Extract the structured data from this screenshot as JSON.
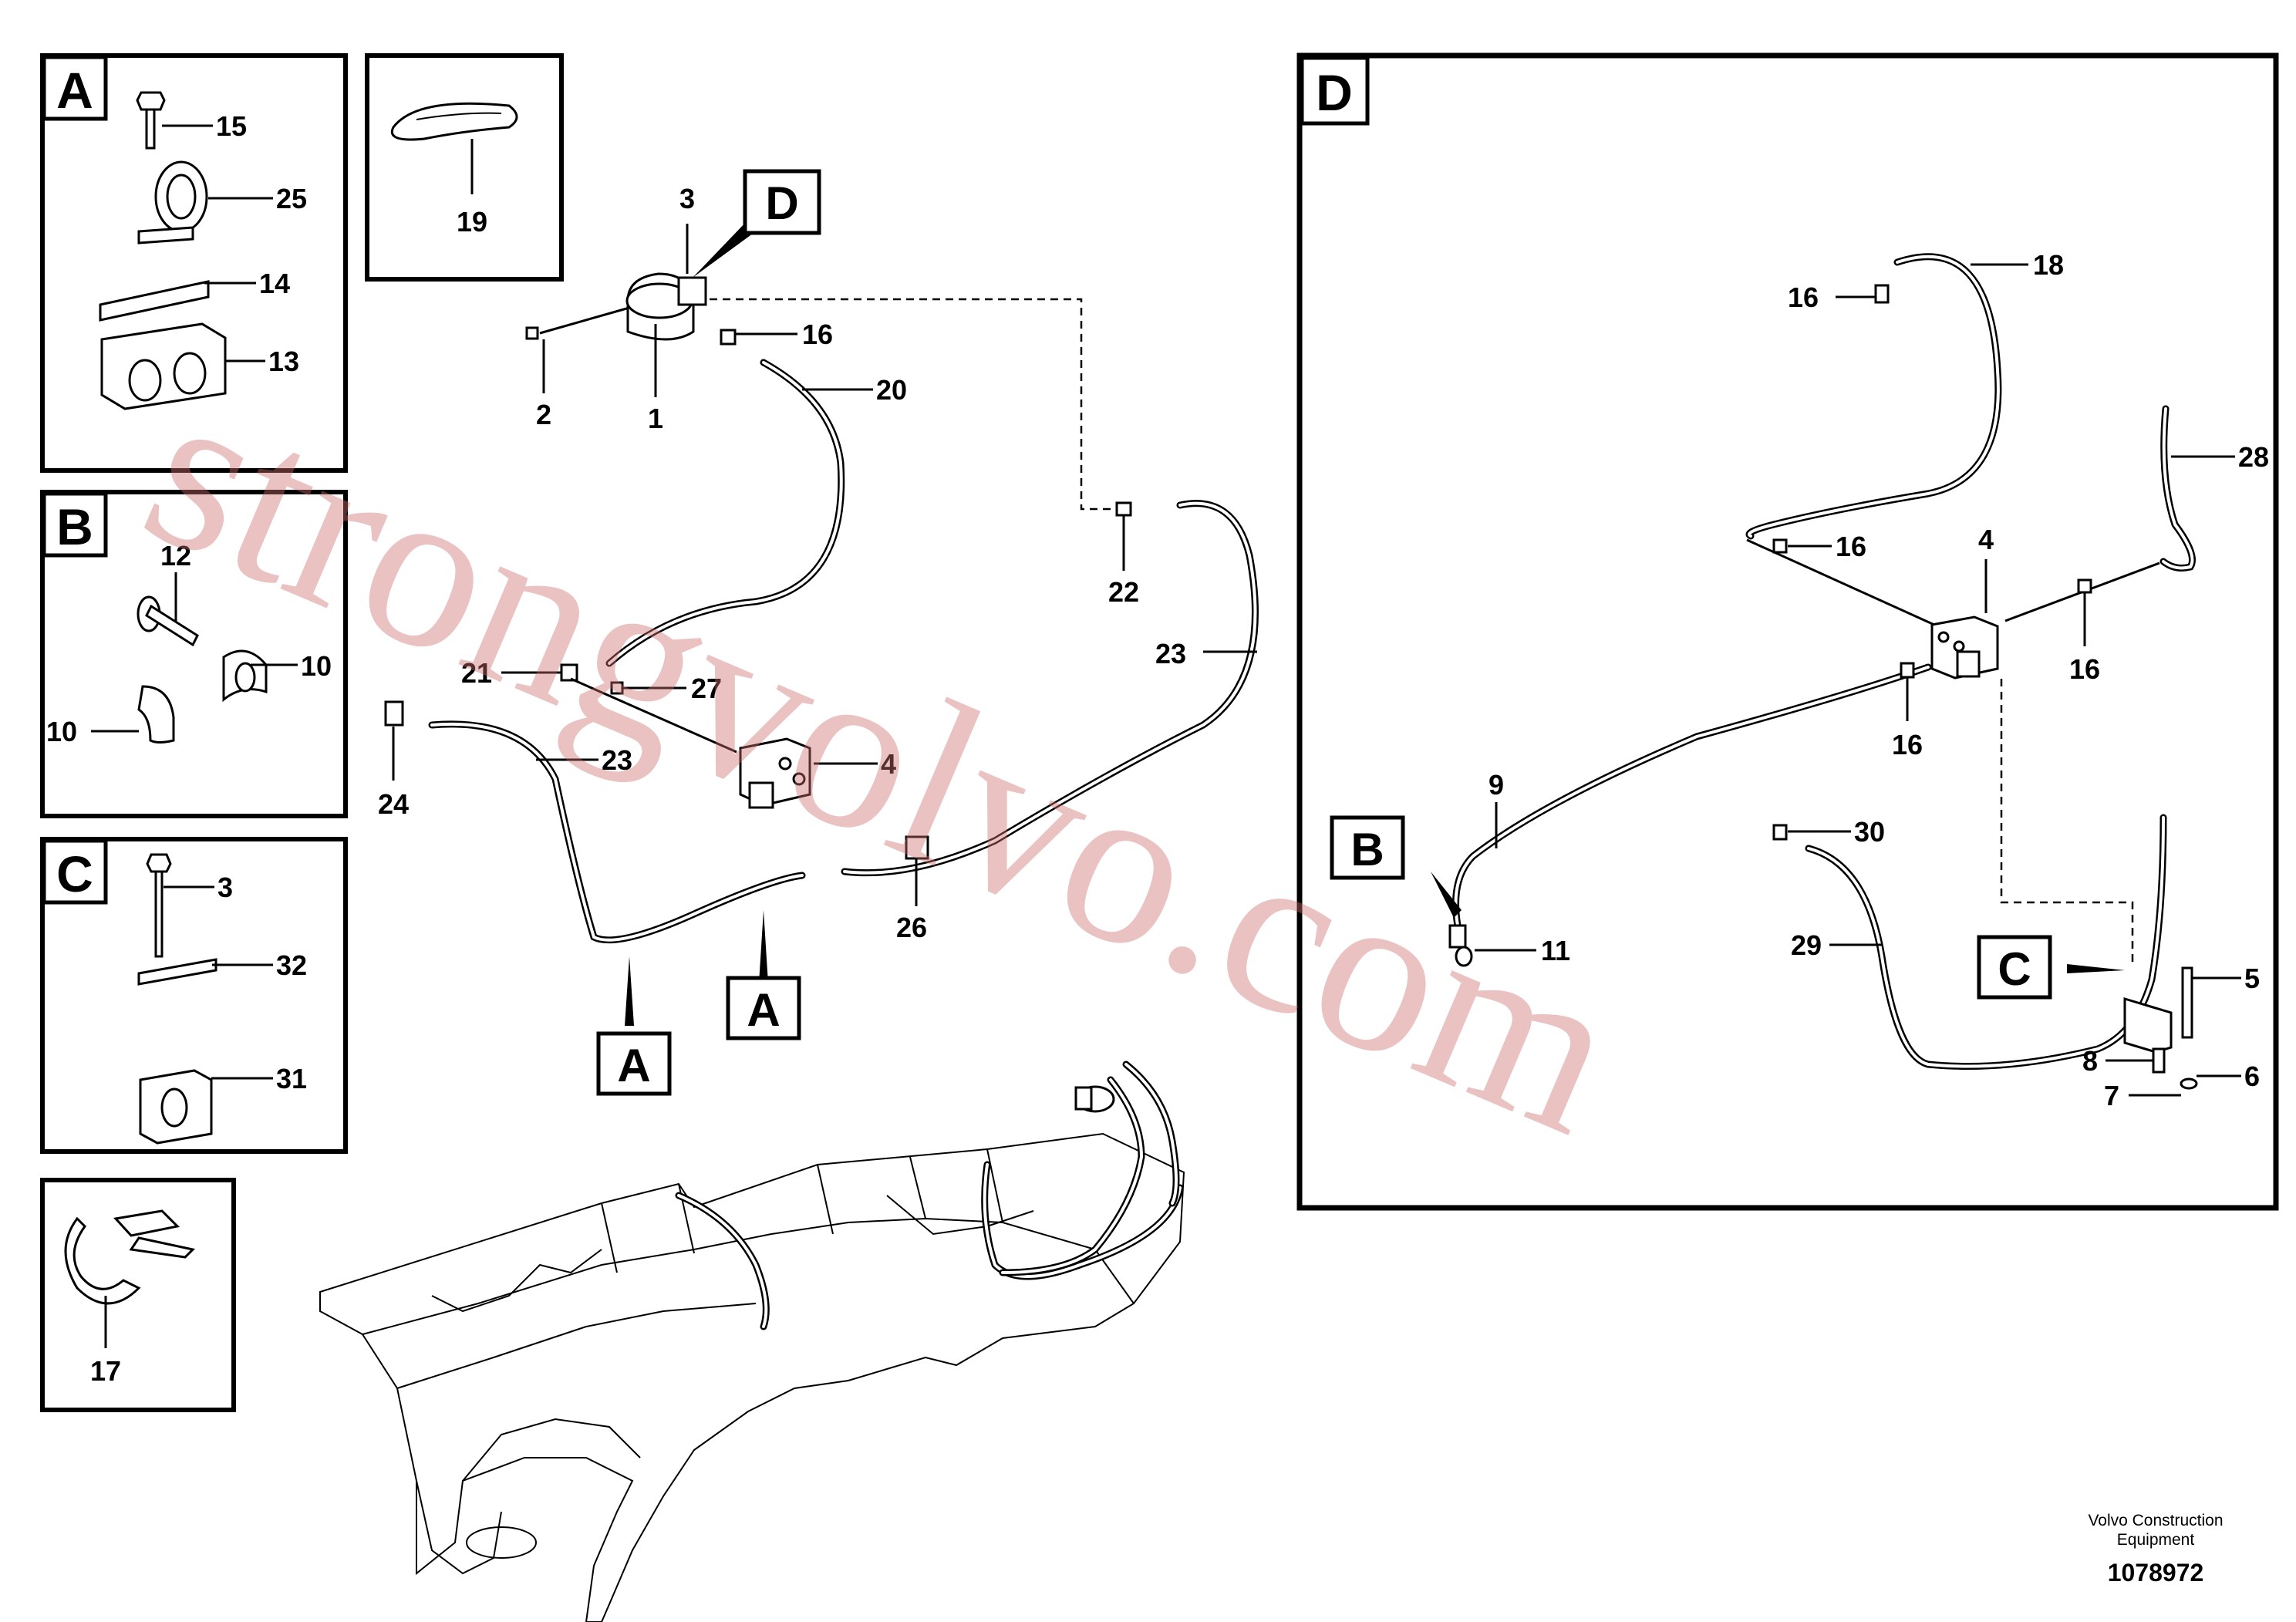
{
  "detail_boxes": {
    "A": {
      "letter": "A",
      "labels": [
        "15",
        "25",
        "14",
        "13"
      ]
    },
    "B": {
      "letter": "B",
      "labels": [
        "12",
        "10",
        "10"
      ]
    },
    "C": {
      "letter": "C",
      "labels": [
        "3",
        "32",
        "31"
      ]
    },
    "D": {
      "letter": "D",
      "labels": [
        "18",
        "16",
        "28",
        "16",
        "4",
        "16",
        "16",
        "9",
        "30",
        "29",
        "11",
        "5",
        "8",
        "6",
        "7"
      ]
    },
    "tie": {
      "labels": [
        "19"
      ]
    },
    "clamp": {
      "labels": [
        "17"
      ]
    }
  },
  "main_labels": [
    "3",
    "16",
    "2",
    "1",
    "20",
    "22",
    "23",
    "21",
    "27",
    "23",
    "4",
    "24",
    "26"
  ],
  "callouts": {
    "main_D": "D",
    "main_A1": "A",
    "main_A2": "A",
    "D_B": "B",
    "D_C": "C"
  },
  "watermark": "strongvolvo.com",
  "footer": {
    "company": "Volvo Construction",
    "company2": "Equipment",
    "doc_number": "1078972"
  }
}
